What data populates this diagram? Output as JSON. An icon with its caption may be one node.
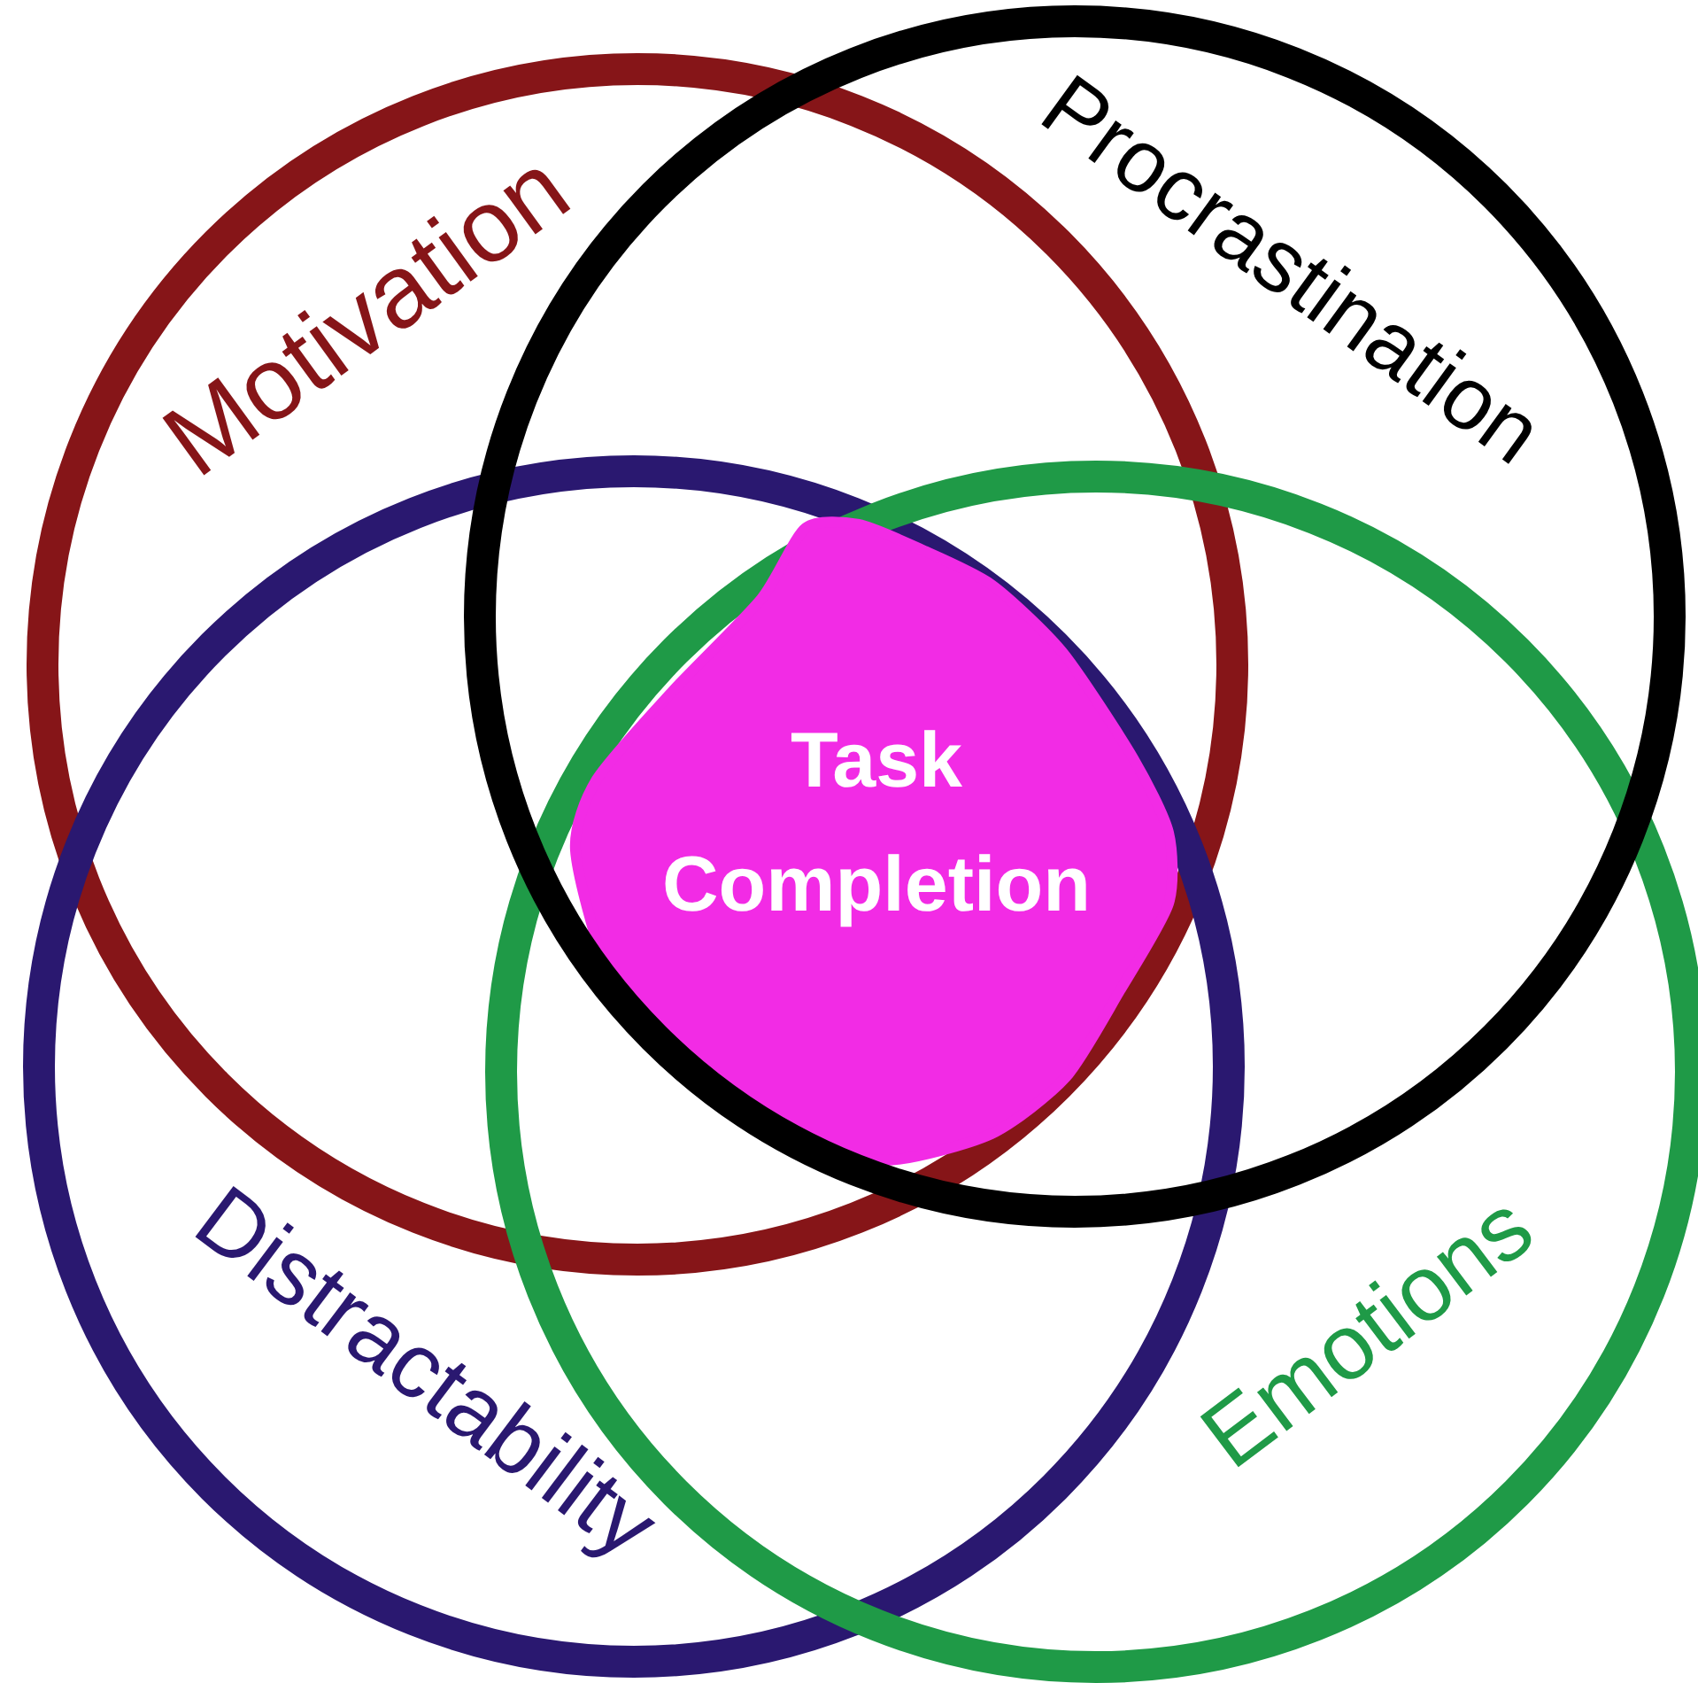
{
  "diagram": {
    "nodes": [
      {
        "text": [
          "Motivation"
        ]
      },
      {
        "text": [
          "Procrastination"
        ]
      },
      {
        "text": [
          "Distractability"
        ]
      },
      {
        "text": [
          "Emotions"
        ]
      },
      {
        "text": [
          "Task Completion"
        ]
      }
    ]
  }
}
